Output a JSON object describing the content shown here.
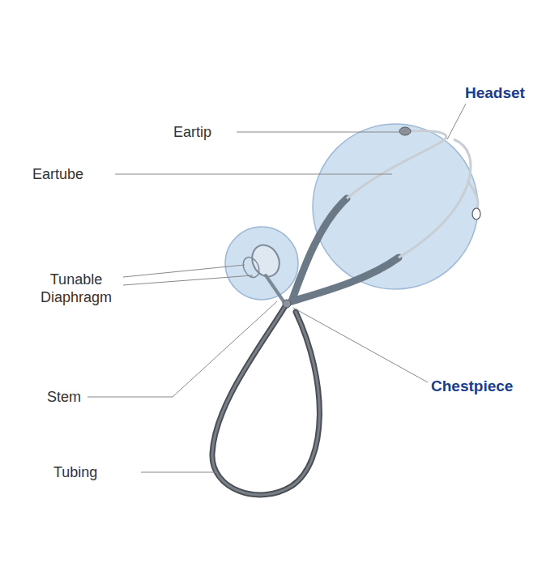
{
  "diagram": {
    "labels": [
      "Headset",
      "Eartip",
      "Eartube",
      "Tunable Diaphragm",
      "Chestpiece",
      "Stem",
      "Tubing"
    ]
  }
}
